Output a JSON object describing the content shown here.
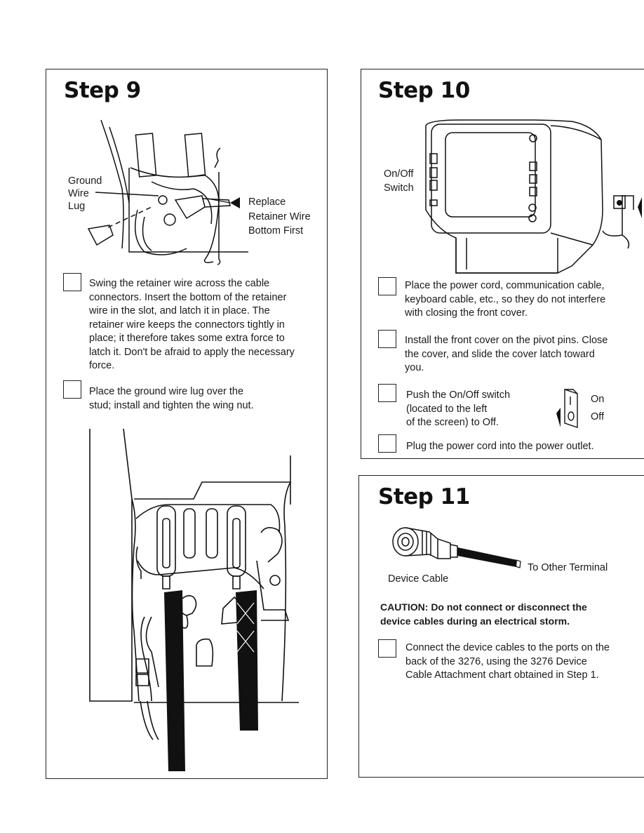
{
  "step9": {
    "title": "Step 9",
    "figure_labels": {
      "ground_wire_lug": [
        "Ground",
        "Wire",
        "Lug"
      ],
      "replace_retainer": [
        "Replace",
        "Retainer Wire",
        "Bottom First"
      ]
    },
    "instructions": [
      {
        "lines": [
          "Swing the retainer wire across the cable",
          "connectors. Insert the bottom of the retainer",
          "wire in the slot, and latch it in place. The",
          "retainer wire keeps the connectors tightly in",
          "place; it therefore takes some extra force to",
          "latch it. Don't be afraid to apply the necessary",
          "force."
        ]
      },
      {
        "lines": [
          "Place the ground wire lug over the",
          "stud; install and tighten the wing nut."
        ]
      }
    ]
  },
  "step10": {
    "title": "Step 10",
    "figure_labels": {
      "on_off_switch": [
        "On/Off",
        "Switch"
      ]
    },
    "instructions": [
      {
        "lines": [
          "Place the power cord, communication cable,",
          "keyboard cable, etc., so they do not interfere",
          "with closing the front cover."
        ]
      },
      {
        "lines": [
          "Install the front cover on the pivot pins. Close",
          "the cover, and slide the cover latch toward",
          "you."
        ]
      },
      {
        "lines": [
          "Push the On/Off switch",
          "(located to the left",
          "of the screen) to Off."
        ]
      },
      {
        "lines": [
          "Plug the power cord into the power outlet."
        ]
      }
    ],
    "switch_labels": {
      "on": "On",
      "off": "Off"
    }
  },
  "step11": {
    "title": "Step 11",
    "figure_labels": {
      "to_other_terminal": "To Other Terminal",
      "device_cable": "Device Cable"
    },
    "caution": [
      "CAUTION:  Do not connect or disconnect the",
      "device cables during an electrical storm."
    ],
    "instructions": [
      {
        "lines": [
          "Connect the device cables to the ports on the",
          "back of the 3276, using the 3276 Device",
          "Cable Attachment chart obtained in Step 1."
        ]
      }
    ]
  }
}
